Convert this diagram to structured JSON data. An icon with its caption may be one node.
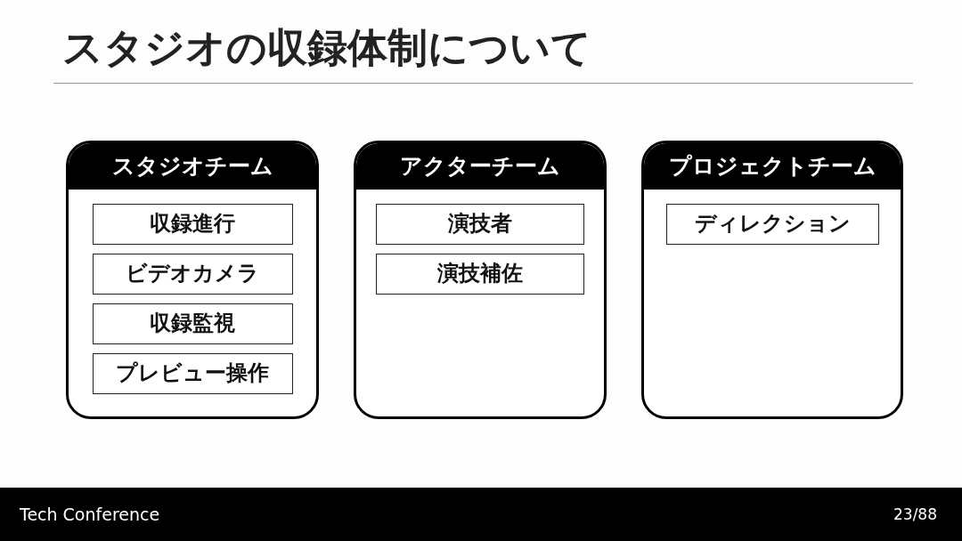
{
  "diagram": {
    "title": "スタジオの収録体制について",
    "nodes": [
      {
        "text": [
          "スタジオチーム"
        ]
      },
      {
        "text": [
          "収録進行"
        ],
        "in": 0
      },
      {
        "text": [
          "ビデオカメラ"
        ],
        "in": 0
      },
      {
        "text": [
          "収録監視"
        ],
        "in": 0
      },
      {
        "text": [
          "プレビュー操作"
        ],
        "in": 0
      },
      {
        "text": [
          "アクターチーム"
        ]
      },
      {
        "text": [
          "演技者"
        ],
        "in": 5
      },
      {
        "text": [
          "演技補佐"
        ],
        "in": 5
      },
      {
        "text": [
          "プロジェクトチーム"
        ]
      },
      {
        "text": [
          "ディレクション"
        ],
        "in": 8
      }
    ],
    "labels": [
      "Tech Conference",
      "23/88"
    ]
  }
}
